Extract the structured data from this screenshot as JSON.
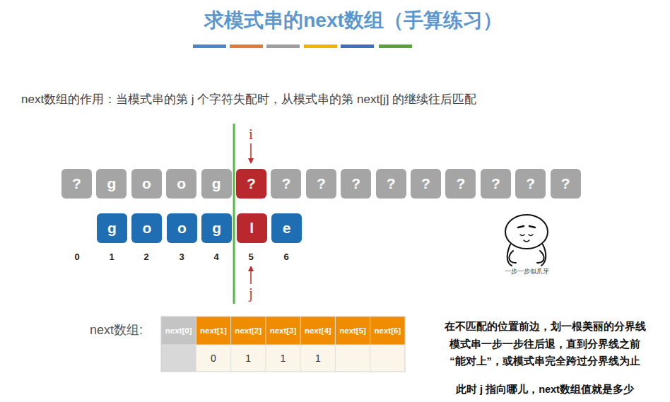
{
  "diagram": {
    "title": "求模式串的next数组（手算练习）",
    "nodes": [
      {
        "text": [
          "?"
        ]
      },
      {
        "text": [
          "g"
        ]
      },
      {
        "text": [
          "o"
        ]
      },
      {
        "text": [
          "o"
        ]
      },
      {
        "text": [
          "g"
        ]
      },
      {
        "text": [
          "?"
        ]
      },
      {
        "text": [
          "?"
        ]
      },
      {
        "text": [
          "?"
        ]
      },
      {
        "text": [
          "?"
        ]
      },
      {
        "text": [
          "?"
        ]
      },
      {
        "text": [
          "?"
        ]
      },
      {
        "text": [
          "?"
        ]
      },
      {
        "text": [
          "?"
        ]
      },
      {
        "text": [
          "?"
        ]
      },
      {
        "text": [
          "?"
        ]
      },
      {
        "text": [
          "g"
        ]
      },
      {
        "text": [
          "o"
        ]
      },
      {
        "text": [
          "o"
        ]
      },
      {
        "text": [
          "g"
        ]
      },
      {
        "text": [
          "l"
        ]
      },
      {
        "text": [
          "e"
        ]
      }
    ],
    "labels": [
      "next数组的作用：当模式串的第 j 个字符失配时，从模式串的第 next[j] 的继续往后匹配",
      "i",
      "j",
      "0",
      "1",
      "2",
      "3",
      "4",
      "5",
      "6",
      "next数组:",
      "next[0]",
      "next[1]",
      "next[2]",
      "next[3]",
      "next[4]",
      "next[5]",
      "next[6]",
      "0",
      "1",
      "1",
      "1",
      "在不匹配的位置前边，划一根美丽的分界线",
      "模式串一步一步往后退，直到分界线之前",
      "“能对上”，或模式串完全跨过分界线为止",
      "此时 j 指向哪儿，next数组值就是多少",
      "一步一步似爪牙"
    ]
  }
}
